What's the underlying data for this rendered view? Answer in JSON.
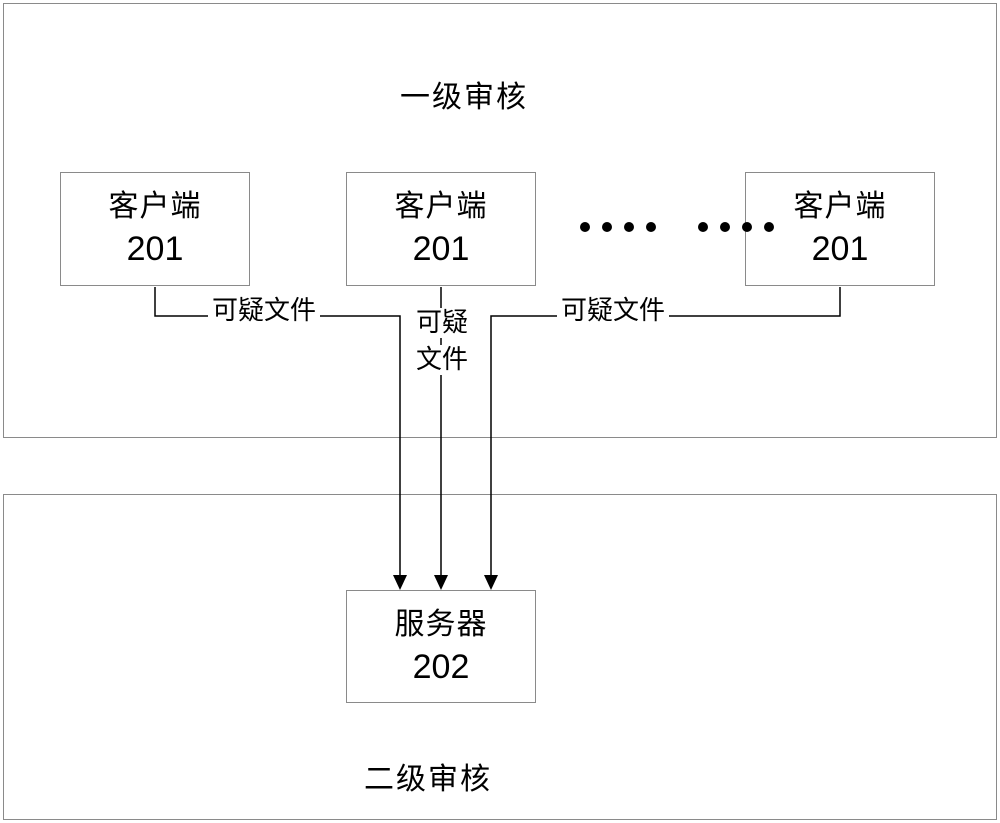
{
  "level1": {
    "title": "一级审核"
  },
  "level2": {
    "title": "二级审核"
  },
  "clients": [
    {
      "name": "客户端",
      "id": "201"
    },
    {
      "name": "客户端",
      "id": "201"
    },
    {
      "name": "客户端",
      "id": "201"
    }
  ],
  "server": {
    "name": "服务器",
    "id": "202"
  },
  "edge_labels": {
    "left": "可疑文件",
    "middle_line1": "可疑",
    "middle_line2": "文件",
    "right": "可疑文件"
  },
  "ellipsis": "•••• ••••"
}
